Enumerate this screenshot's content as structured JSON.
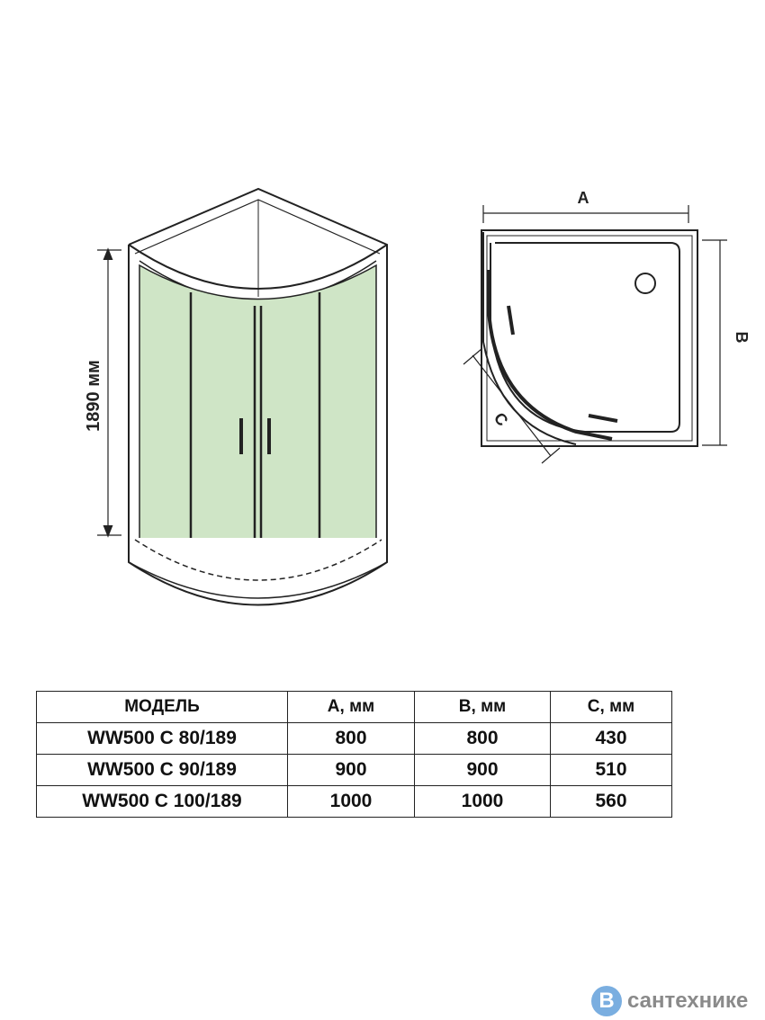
{
  "drawing": {
    "height_label": "1890 мм",
    "dim_a": "A",
    "dim_b": "B",
    "dim_c": "C",
    "glass_color": "#cfe5c6"
  },
  "table": {
    "headers": [
      "МОДЕЛЬ",
      "A, мм",
      "B, мм",
      "C, мм"
    ],
    "rows": [
      [
        "WW500 C 80/189",
        "800",
        "800",
        "430"
      ],
      [
        "WW500 C 90/189",
        "900",
        "900",
        "510"
      ],
      [
        "WW500 C 100/189",
        "1000",
        "1000",
        "560"
      ]
    ]
  },
  "watermark": {
    "letter": "В",
    "text": "сантехнике",
    "color": "#7aaee0"
  }
}
